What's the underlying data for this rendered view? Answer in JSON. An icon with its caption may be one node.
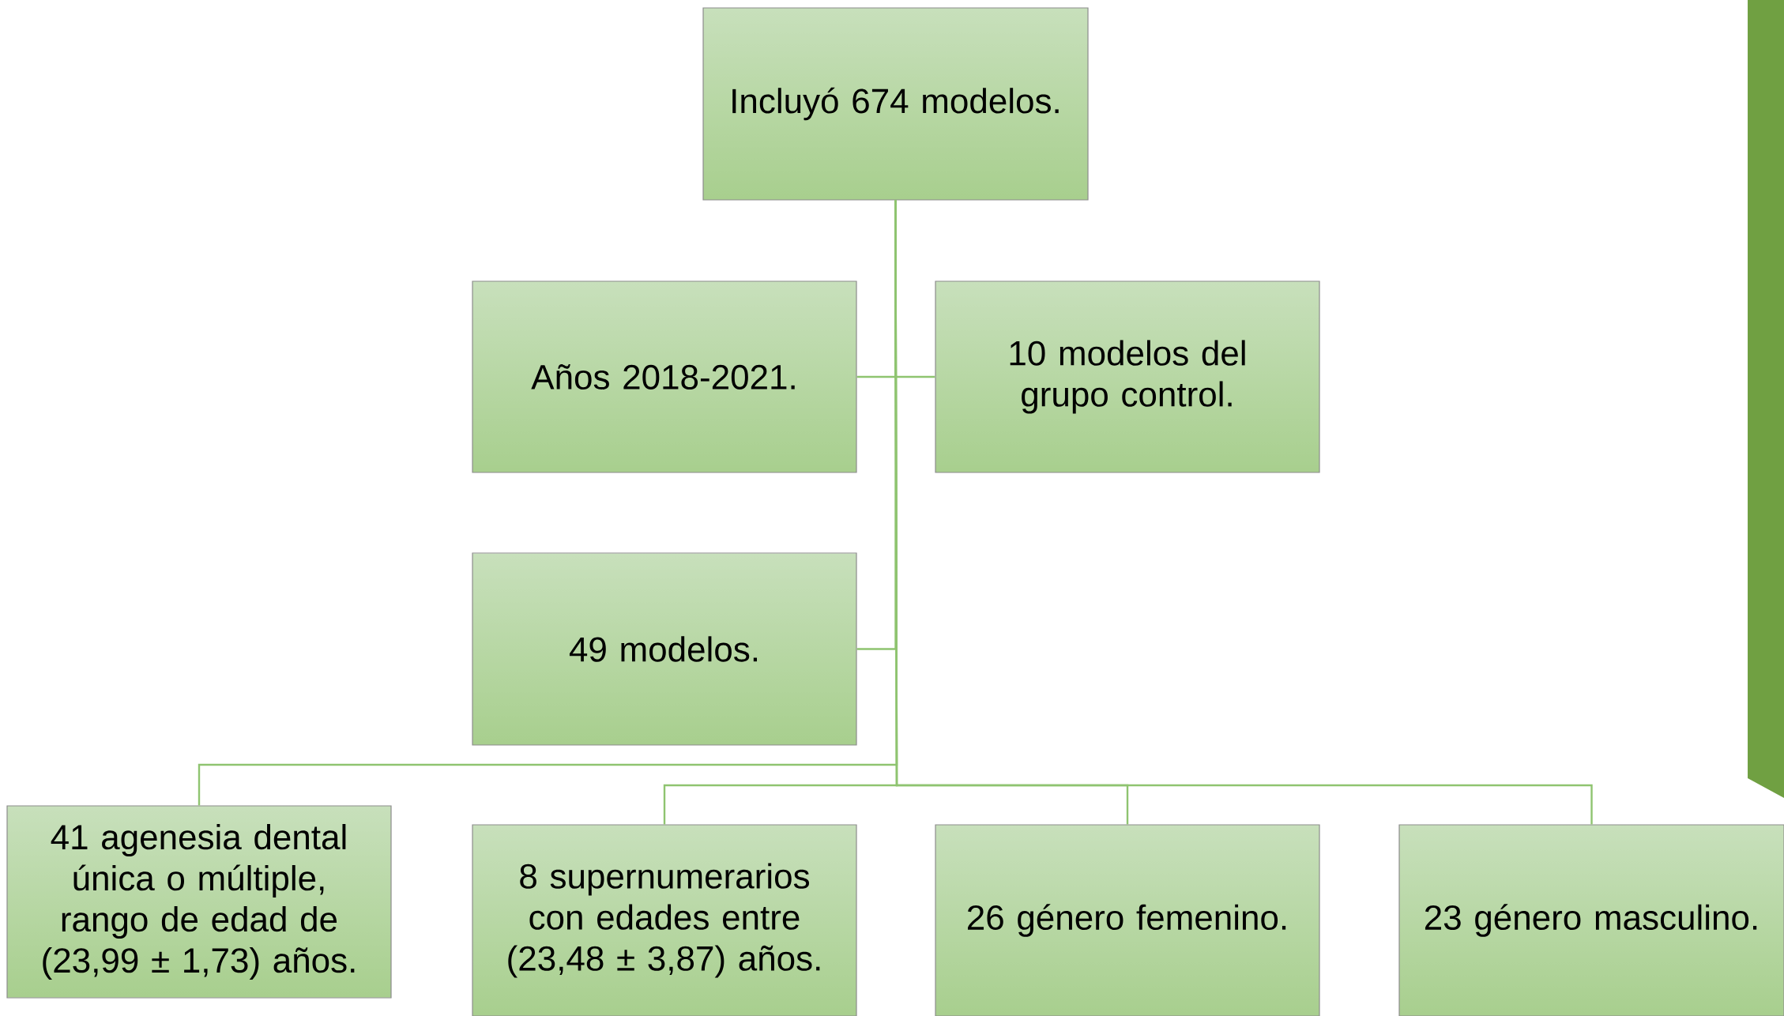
{
  "diagram": {
    "nodes": [
      {
        "text": [
          "Incluyó 674 modelos."
        ]
      },
      {
        "text": [
          "Años 2018-2021."
        ]
      },
      {
        "text": [
          "10 modelos del grupo control."
        ]
      },
      {
        "text": [
          "49 modelos."
        ]
      },
      {
        "text": [
          "41 agenesia dental única o múltiple, rango de edad de (23,99 ± 1,73) años."
        ]
      },
      {
        "text": [
          "8 supernumerarios con edades entre (23,48 ± 3,87) años."
        ]
      },
      {
        "text": [
          "26 género femenino."
        ]
      },
      {
        "text": [
          "23 género masculino."
        ]
      }
    ],
    "edges": [
      {
        "from": 0,
        "to": 1,
        "arrow": "none"
      },
      {
        "from": 0,
        "to": 2,
        "arrow": "none"
      },
      {
        "from": 0,
        "to": 3,
        "arrow": "none"
      },
      {
        "from": 0,
        "to": 4,
        "arrow": "none"
      },
      {
        "from": 0,
        "to": 5,
        "arrow": "none"
      },
      {
        "from": 0,
        "to": 6,
        "arrow": "none"
      },
      {
        "from": 0,
        "to": 7,
        "arrow": "none"
      }
    ]
  }
}
